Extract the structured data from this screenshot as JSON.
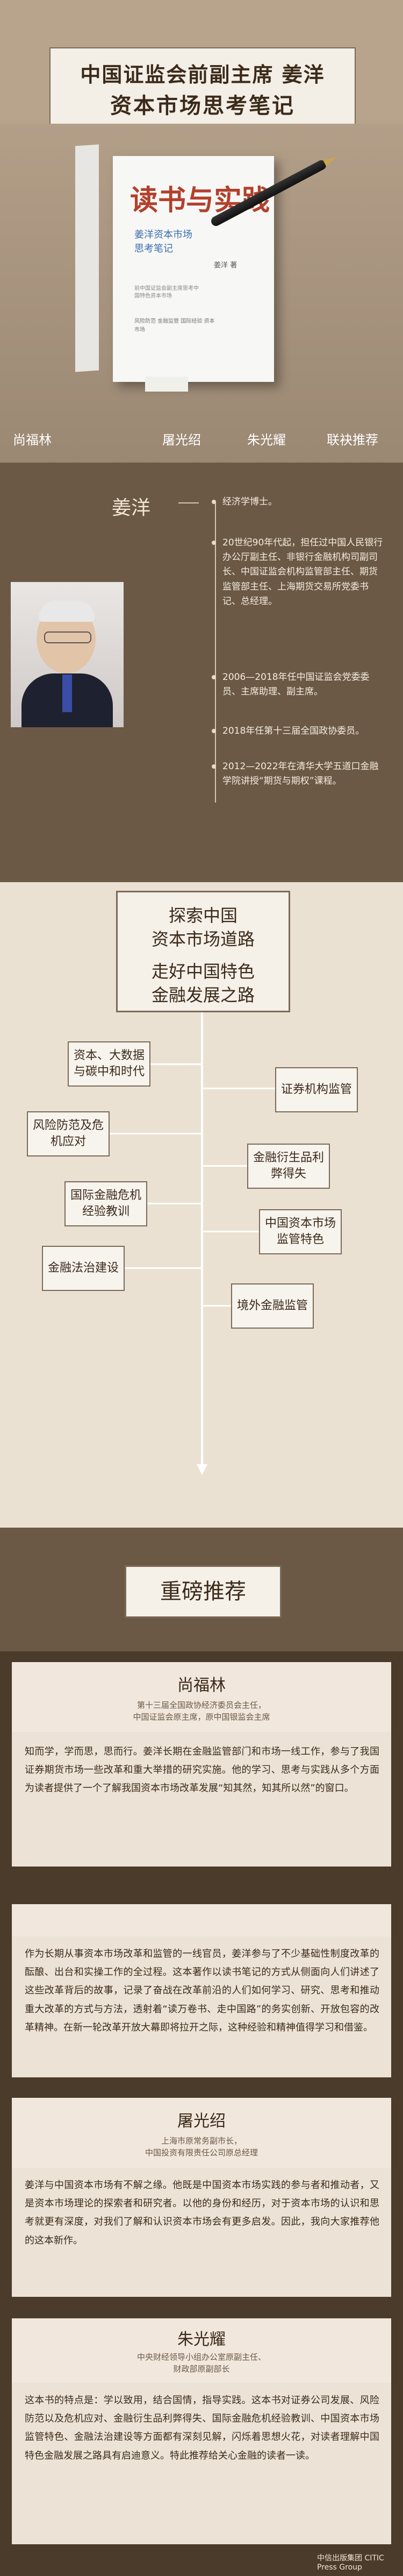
{
  "header": {
    "line1": "中国证监会前副主席 姜洋",
    "line2": "资本市场思考笔记"
  },
  "book": {
    "title": "读书与实践",
    "subtitle1": "姜洋资本市场",
    "subtitle2": "思考笔记",
    "author": "姜洋 著",
    "blurb": "前中国证监会副主席思考中国特色资本市场",
    "tags": "风险防范 金融监管 国际经验 资本市场"
  },
  "recommenders": [
    "尚福林",
    "屠光绍",
    "朱光耀",
    "联袂推荐"
  ],
  "author": {
    "name": "姜洋",
    "bullets": [
      "经济学博士。",
      "20世纪90年代起，担任过中国人民银行办公厅副主任、非银行金融机构司副司长、中国证监会机构监管部主任、期货监管部主任、上海期货交易所党委书记、总经理。",
      "2006—2018年任中国证监会党委委员、主席助理、副主席。",
      "2018年任第十三届全国政协委员。",
      "2012—2022年在清华大学五道口金融学院讲授“期货与期权”课程。"
    ]
  },
  "mind": {
    "main1": "探索中国",
    "main2": "资本市场道路",
    "main3": "走好中国特色",
    "main4": "金融发展之路",
    "nodes": [
      "资本、大数据与碳中和时代",
      "证券机构监管",
      "风险防范及危机应对",
      "金融衍生品利弊得失",
      "国际金融危机经验教训",
      "中国资本市场监管特色",
      "金融法治建设",
      "境外金融监管"
    ]
  },
  "reco_title": "重磅推荐",
  "quotes": [
    {
      "name": "尚福林",
      "title1": "第十三届全国政协经济委员会主任，",
      "title2": "中国证监会原主席，原中国银监会主席",
      "text": "知而学，学而思，思而行。姜洋长期在金融监管部门和市场一线工作，参与了我国证券期货市场一些改革和重大举措的研究实施。他的学习、思考与实践从多个方面为读者提供了一个了解我国资本市场改革发展“知其然，知其所以然”的窗口。"
    },
    {
      "name": "",
      "title1": "",
      "title2": "",
      "text": "作为长期从事资本市场改革和监管的一线官员，姜洋参与了不少基础性制度改革的酝酿、出台和实操工作的全过程。这本著作以读书笔记的方式从侧面向人们讲述了这些改革背后的故事，记录了奋战在改革前沿的人们如何学习、研究、思考和推动重大改革的方式与方法，透射着“读万卷书、走中国路”的务实创新、开放包容的改革精神。在新一轮改革开放大幕即将拉开之际，这种经验和精神值得学习和借鉴。"
    },
    {
      "name": "屠光绍",
      "title1": "上海市原常务副市长，",
      "title2": "中国投资有限责任公司原总经理",
      "text": "姜洋与中国资本市场有不解之缘。他既是中国资本市场实践的参与者和推动者，又是资本市场理论的探索者和研究者。以他的身份和经历，对于资本市场的认识和思考就更有深度，对我们了解和认识资本市场会有更多启发。因此，我向大家推荐他的这本新作。"
    },
    {
      "name": "朱光耀",
      "title1": "中央财经领导小组办公室原副主任、",
      "title2": "财政部原副部长",
      "text": "这本书的特点是：学以致用，结合国情，指导实践。这本书对证券公司发展、风险防范以及危机应对、金融衍生品利弊得失、国际金融危机经验教训、中国资本市场监管特色、金融法治建设等方面都有深刻见解，闪烁着思想火花，对读者理解中国特色金融发展之路具有启迪意义。特此推荐给关心金融的读者一读。"
    }
  ],
  "footer": "中信出版集团 CITIC Press Group"
}
